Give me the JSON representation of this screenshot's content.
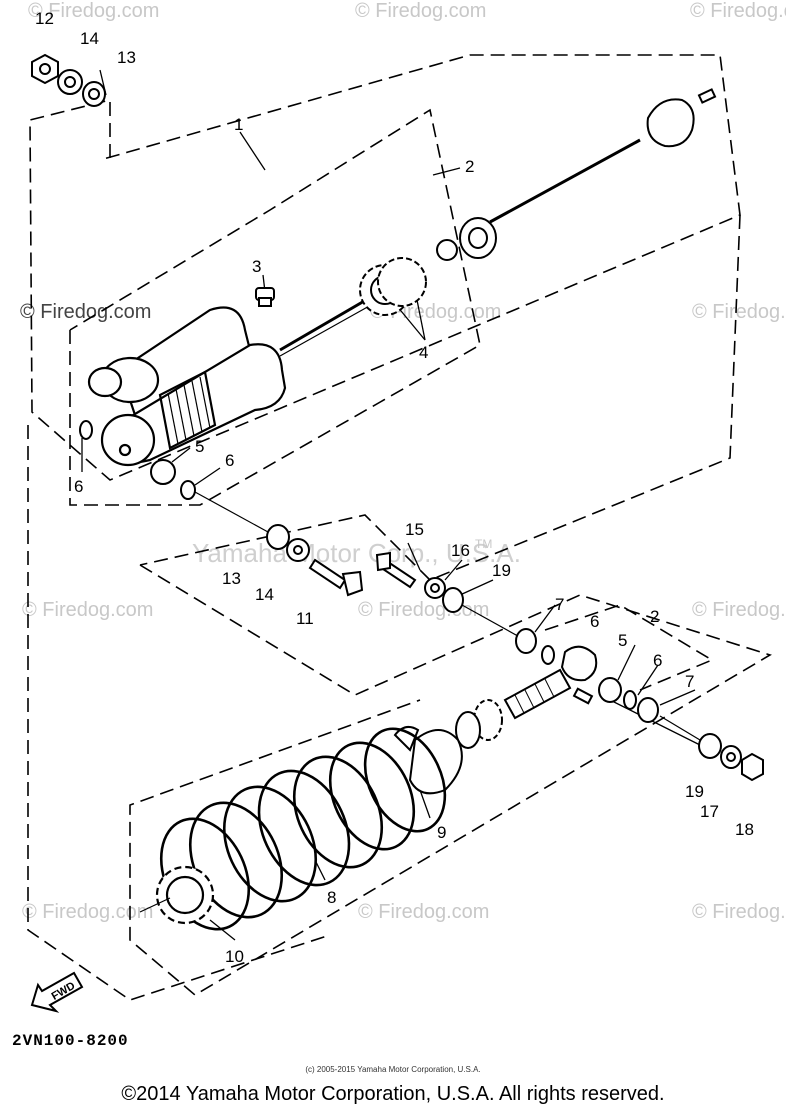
{
  "watermarks": [
    "© Firedog.com",
    "© Firedog.com",
    "© Firedog.com",
    "© Firedog.com",
    "© Firedog.com",
    "© Firedog.com",
    "© Firedog.com",
    "© Firedog.com",
    "© Firedog.com",
    "© Firedog.com",
    "© Firedog.com",
    "© Firedog.com"
  ],
  "center_watermark": "Yamaha Motor Corp., U.S.A.",
  "tm_mark": "TM",
  "callouts": [
    "12",
    "14",
    "13",
    "1",
    "2",
    "3",
    "4",
    "5",
    "6",
    "6",
    "13",
    "14",
    "11",
    "15",
    "16",
    "19",
    "7",
    "6",
    "2",
    "5",
    "6",
    "7",
    "19",
    "17",
    "18",
    "9",
    "8",
    "10"
  ],
  "fwd_label": "FWD",
  "part_number": "2VN100-8200",
  "small_copyright": "(c) 2005-2015 Yamaha Motor Corporation, U.S.A.",
  "footer": "©2014 Yamaha Motor Corporation, U.S.A. All rights reserved.",
  "colors": {
    "ink": "#000000",
    "watermark": "#c8c8c8",
    "background": "#ffffff"
  }
}
